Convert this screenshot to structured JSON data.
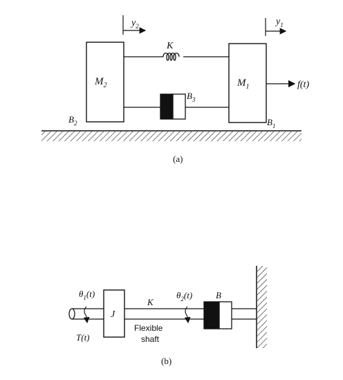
{
  "figure_a": {
    "caption": "(a)",
    "mass_left": {
      "main": "M",
      "sub": "2"
    },
    "mass_right": {
      "main": "M",
      "sub": "1"
    },
    "spring_label": "K",
    "damper_label": {
      "main": "B",
      "sub": "3"
    },
    "friction_left": {
      "main": "B",
      "sub": "2"
    },
    "friction_right": {
      "main": "B",
      "sub": "1"
    },
    "disp_left": {
      "main": "y",
      "sub": "2"
    },
    "disp_right": {
      "main": "y",
      "sub": "1"
    },
    "force_label": {
      "main": "f",
      "paren": "(t)"
    }
  },
  "figure_b": {
    "caption": "(b)",
    "inertia_label": "J",
    "stiffness_label": "K",
    "damper_label": "B",
    "theta1": {
      "main": "θ",
      "sub": "1",
      "paren": "(t)"
    },
    "theta2": {
      "main": "θ",
      "sub": "2",
      "paren": "(t)"
    },
    "torque_label": {
      "main": "T",
      "paren": "(t)"
    },
    "shaft_line1": "Flexible",
    "shaft_line2": "shaft"
  }
}
